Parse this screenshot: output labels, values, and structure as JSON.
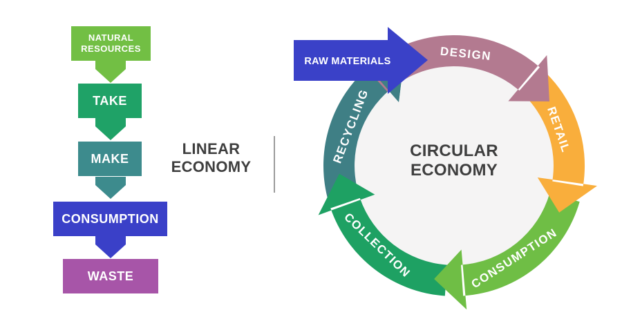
{
  "page": {
    "background": "#ffffff"
  },
  "linear": {
    "title": "LINEAR\nECONOMY",
    "title_color": "#3E3E3E",
    "steps": [
      {
        "label": "NATURAL\nRESOURCES",
        "color": "#72BF44"
      },
      {
        "label": "TAKE",
        "color": "#1FA267"
      },
      {
        "label": "MAKE",
        "color": "#3D8B8D"
      },
      {
        "label": "CONSUMPTION",
        "color": "#3A40C8"
      },
      {
        "label": "WASTE",
        "color": "#A755A8"
      }
    ]
  },
  "divider_color": "#9B9B9B",
  "circular": {
    "title": "CIRCULAR\nECONOMY",
    "title_color": "#3E3E3E",
    "inner_circle_color": "#F5F4F4",
    "entry_arrow": {
      "label": "RAW MATERIALS",
      "color": "#3A41C8"
    },
    "segments": [
      {
        "label": "DESIGN",
        "color": "#B37A90"
      },
      {
        "label": "RETAIL",
        "color": "#F9AE3C"
      },
      {
        "label": "CONSUMPTION",
        "color": "#6FBE45"
      },
      {
        "label": "COLLECTION",
        "color": "#1EA163"
      },
      {
        "label": "RECYCLING",
        "color": "#3F7F85"
      }
    ]
  }
}
